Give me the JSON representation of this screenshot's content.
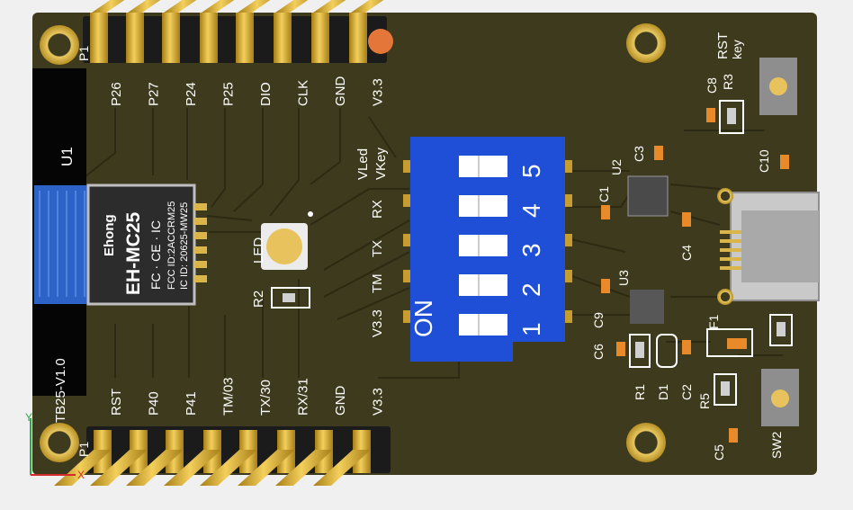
{
  "board": {
    "name": "TB25-V1.0",
    "colors": {
      "pcb": "#3e3a1d",
      "pad_gold": "#d9b54a",
      "dip_blue": "#1f4fd6",
      "pin_gold": "#e2b437",
      "smd_orange": "#e98a2a",
      "module_blue": "#2d62c6"
    }
  },
  "headers": {
    "top_designator": "P1",
    "top_pins": [
      "P26",
      "P27",
      "P24",
      "P25",
      "DIO",
      "CLK",
      "GND",
      "V3.3"
    ],
    "bottom_designator": "P1",
    "bottom_pins": [
      "RST",
      "P40",
      "P41",
      "TM/03",
      "TX/30",
      "RX/31",
      "GND",
      "V3.3"
    ]
  },
  "module": {
    "designator": "U1",
    "brand": "Ehong",
    "model": "EH-MC25",
    "cert_marks": "FC · CE · IC",
    "fcc_id": "FCC ID:2ACCRM25",
    "ic_id": "IC ID: 20625-MW25"
  },
  "dip_switch": {
    "on_label": "ON",
    "positions": [
      "1",
      "2",
      "3",
      "4",
      "5"
    ],
    "signal_labels": [
      "V3.3",
      "TM",
      "TX",
      "RX",
      "VLed",
      "VKey"
    ]
  },
  "led": {
    "designator": "LED",
    "resistor": "R2"
  },
  "components": [
    "U2",
    "U3",
    "C1",
    "C2",
    "C3",
    "C4",
    "C5",
    "C6",
    "C8",
    "C9",
    "C10",
    "R1",
    "R3",
    "R5",
    "D1",
    "F1",
    "SW2"
  ],
  "rst_key_label": [
    "RST",
    "key"
  ],
  "axes": {
    "x": "X",
    "y": "Y"
  }
}
